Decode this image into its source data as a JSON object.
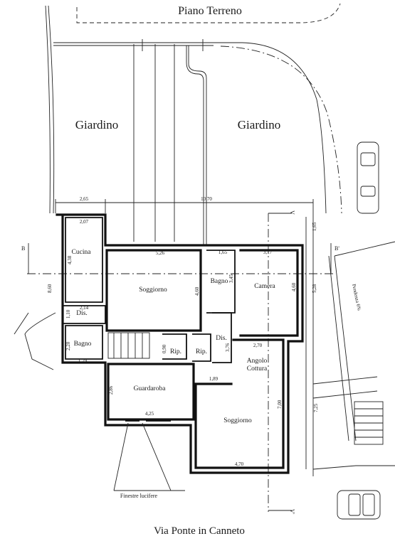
{
  "title": "Piano Terreno",
  "street": "Via Ponte in Canneto",
  "callout": "Finestre lucifere",
  "gardens": {
    "left": "Giardino",
    "right": "Giardino"
  },
  "rooms": {
    "cucina": "Cucina",
    "soggiorno_main": "Soggiorno",
    "bagno_center": "Bagno",
    "camera": "Camera",
    "dis_left": "Dis.",
    "bagno_left": "Bagno",
    "rip_left": "Rip.",
    "rip_right": "Rip.",
    "dis_right": "Dis.",
    "angolo_cottura_1": "Angolo",
    "angolo_cottura_2": "Cottura",
    "guardaroba": "Guardaroba",
    "soggiorno_right": "Soggiorno"
  },
  "sections": {
    "b_left": "B",
    "b_right": "B'",
    "v_top": "V",
    "v_bottom": "V'"
  },
  "slope": "Pendenza 6%",
  "dims": {
    "total_width": "10,70",
    "w_265": "2,65",
    "w_207": "2,07",
    "w_526": "5,26",
    "w_165": "1,65",
    "w_317": "3,17",
    "w_214": "2,14",
    "w_179": "1,79",
    "w_425": "4,25",
    "w_189": "1,89",
    "w_270": "2,70",
    "w_470": "4,70",
    "h_860": "8,60",
    "h_438": "4,38",
    "h_110": "1,10",
    "h_220": "2,20",
    "h_460a": "4,60",
    "h_345": "3,45",
    "h_460b": "4,60",
    "h_528": "5,28",
    "h_165": "1,65",
    "h_090": "0,90",
    "h_376": "3,76",
    "h_286": "2,86",
    "h_700": "7,00",
    "h_725": "7,25"
  }
}
